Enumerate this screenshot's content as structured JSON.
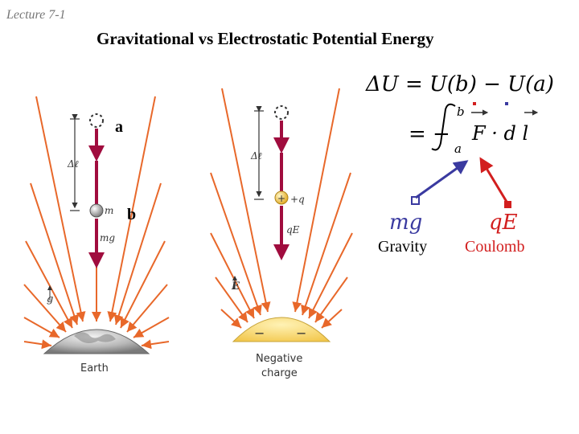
{
  "header": {
    "lecture": "Lecture 7-1",
    "title": "Gravitational vs Electrostatic Potential Energy"
  },
  "points": {
    "a": "a",
    "b": "b"
  },
  "equation": {
    "line1": "ΔU = U(b) − U(a)",
    "line2_prefix": "= −",
    "lower_limit": "a",
    "upper_limit": "b",
    "integrand": "F · d l"
  },
  "forces": {
    "gravity_symbol": "mg",
    "coulomb_symbol": "qE",
    "gravity_label": "Gravity",
    "coulomb_label": "Coulomb"
  },
  "left_figure": {
    "delta_label": "Δℓ",
    "mass_label": "m",
    "weight_label": "mg",
    "field_label": "g",
    "body_label": "Earth"
  },
  "right_figure": {
    "delta_label": "Δℓ",
    "charge_label": "+q",
    "force_label": "qE",
    "field_label": "E",
    "body_label_line1": "Negative",
    "body_label_line2": "charge",
    "minus_sign": "−"
  },
  "colors": {
    "field_arrow": "#e8682a",
    "force_arrow": "#a00c3e",
    "gravity_accent": "#3a3aa0",
    "coulomb_accent": "#d21e1e"
  }
}
